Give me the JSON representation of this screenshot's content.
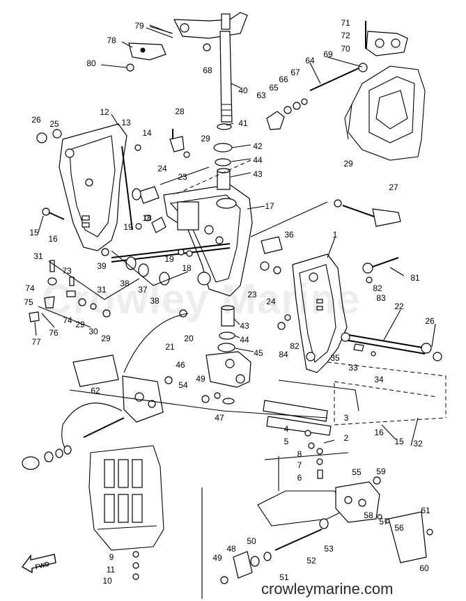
{
  "watermark": "Crowley Marine",
  "site_label": "crowleymarine.com",
  "fwd_label": "FWD",
  "callouts": [
    {
      "n": "1",
      "p": [
        481,
        337
      ]
    },
    {
      "n": "2",
      "p": [
        497,
        629
      ]
    },
    {
      "n": "3",
      "p": [
        497,
        600
      ]
    },
    {
      "n": "4",
      "p": [
        411,
        616
      ]
    },
    {
      "n": "5",
      "p": [
        411,
        634
      ]
    },
    {
      "n": "6",
      "p": [
        430,
        686
      ]
    },
    {
      "n": "7",
      "p": [
        430,
        668
      ]
    },
    {
      "n": "8",
      "p": [
        430,
        652
      ]
    },
    {
      "n": "9",
      "p": [
        160,
        800
      ]
    },
    {
      "n": "10",
      "p": [
        154,
        834
      ]
    },
    {
      "n": "11",
      "p": [
        159,
        818
      ]
    },
    {
      "n": "12",
      "p": [
        150,
        161
      ]
    },
    {
      "n": "13",
      "p": [
        181,
        176
      ]
    },
    {
      "n": "14",
      "p": [
        211,
        191
      ]
    },
    {
      "n": "15",
      "p": [
        49,
        334
      ]
    },
    {
      "n": "15",
      "p": [
        573,
        634
      ]
    },
    {
      "n": "16",
      "p": [
        76,
        343
      ]
    },
    {
      "n": "16",
      "p": [
        544,
        621
      ]
    },
    {
      "n": "17",
      "p": [
        387,
        296
      ]
    },
    {
      "n": "18",
      "p": [
        211,
        313
      ]
    },
    {
      "n": "18",
      "p": [
        268,
        385
      ]
    },
    {
      "n": "19",
      "p": [
        184,
        326
      ]
    },
    {
      "n": "19",
      "p": [
        243,
        372
      ]
    },
    {
      "n": "20",
      "p": [
        271,
        486
      ]
    },
    {
      "n": "21",
      "p": [
        244,
        498
      ]
    },
    {
      "n": "22",
      "p": [
        573,
        440
      ]
    },
    {
      "n": "23",
      "p": [
        262,
        254
      ]
    },
    {
      "n": "23",
      "p": [
        362,
        423
      ]
    },
    {
      "n": "24",
      "p": [
        233,
        242
      ]
    },
    {
      "n": "24",
      "p": [
        389,
        433
      ]
    },
    {
      "n": "25",
      "p": [
        78,
        178
      ]
    },
    {
      "n": "26",
      "p": [
        52,
        172
      ]
    },
    {
      "n": "26",
      "p": [
        617,
        461
      ]
    },
    {
      "n": "27",
      "p": [
        565,
        269
      ]
    },
    {
      "n": "28",
      "p": [
        258,
        160
      ]
    },
    {
      "n": "29",
      "p": [
        295,
        199
      ]
    },
    {
      "n": "29",
      "p": [
        500,
        235
      ]
    },
    {
      "n": "29",
      "p": [
        115,
        466
      ]
    },
    {
      "n": "29",
      "p": [
        152,
        486
      ]
    },
    {
      "n": "30",
      "p": [
        134,
        476
      ]
    },
    {
      "n": "31",
      "p": [
        55,
        368
      ]
    },
    {
      "n": "31",
      "p": [
        146,
        416
      ]
    },
    {
      "n": "32",
      "p": [
        600,
        637
      ]
    },
    {
      "n": "33",
      "p": [
        507,
        528
      ]
    },
    {
      "n": "34",
      "p": [
        544,
        545
      ]
    },
    {
      "n": "35",
      "p": [
        481,
        514
      ]
    },
    {
      "n": "36",
      "p": [
        415,
        337
      ]
    },
    {
      "n": "37",
      "p": [
        205,
        416
      ]
    },
    {
      "n": "38",
      "p": [
        179,
        407
      ]
    },
    {
      "n": "38",
      "p": [
        222,
        432
      ]
    },
    {
      "n": "39",
      "p": [
        146,
        382
      ]
    },
    {
      "n": "40",
      "p": [
        349,
        130
      ]
    },
    {
      "n": "41",
      "p": [
        349,
        177
      ]
    },
    {
      "n": "42",
      "p": [
        370,
        210
      ]
    },
    {
      "n": "43",
      "p": [
        370,
        250
      ]
    },
    {
      "n": "43",
      "p": [
        351,
        468
      ]
    },
    {
      "n": "44",
      "p": [
        370,
        230
      ]
    },
    {
      "n": "44",
      "p": [
        351,
        488
      ]
    },
    {
      "n": "45",
      "p": [
        371,
        507
      ]
    },
    {
      "n": "46",
      "p": [
        259,
        524
      ]
    },
    {
      "n": "47",
      "p": [
        315,
        600
      ]
    },
    {
      "n": "48",
      "p": [
        332,
        788
      ]
    },
    {
      "n": "49",
      "p": [
        288,
        544
      ]
    },
    {
      "n": "49",
      "p": [
        312,
        801
      ]
    },
    {
      "n": "50",
      "p": [
        361,
        777
      ]
    },
    {
      "n": "51",
      "p": [
        408,
        829
      ]
    },
    {
      "n": "52",
      "p": [
        447,
        805
      ]
    },
    {
      "n": "53",
      "p": [
        472,
        788
      ]
    },
    {
      "n": "54",
      "p": [
        263,
        553
      ]
    },
    {
      "n": "55",
      "p": [
        512,
        678
      ]
    },
    {
      "n": "56",
      "p": [
        573,
        758
      ]
    },
    {
      "n": "57",
      "p": [
        551,
        749
      ]
    },
    {
      "n": "58",
      "p": [
        529,
        740
      ]
    },
    {
      "n": "59",
      "p": [
        547,
        677
      ]
    },
    {
      "n": "60",
      "p": [
        609,
        816
      ]
    },
    {
      "n": "61",
      "p": [
        611,
        733
      ]
    },
    {
      "n": "62",
      "p": [
        137,
        561
      ]
    },
    {
      "n": "63",
      "p": [
        375,
        137
      ]
    },
    {
      "n": "64",
      "p": [
        445,
        87
      ]
    },
    {
      "n": "65",
      "p": [
        393,
        126
      ]
    },
    {
      "n": "66",
      "p": [
        407,
        114
      ]
    },
    {
      "n": "67",
      "p": [
        424,
        104
      ]
    },
    {
      "n": "68",
      "p": [
        298,
        101
      ]
    },
    {
      "n": "69",
      "p": [
        471,
        78
      ]
    },
    {
      "n": "70",
      "p": [
        496,
        70
      ]
    },
    {
      "n": "71",
      "p": [
        496,
        33
      ]
    },
    {
      "n": "72",
      "p": [
        496,
        51
      ]
    },
    {
      "n": "73",
      "p": [
        96,
        389
      ]
    },
    {
      "n": "74",
      "p": [
        43,
        414
      ]
    },
    {
      "n": "74",
      "p": [
        97,
        460
      ]
    },
    {
      "n": "75",
      "p": [
        41,
        434
      ]
    },
    {
      "n": "76",
      "p": [
        77,
        478
      ]
    },
    {
      "n": "77",
      "p": [
        52,
        491
      ]
    },
    {
      "n": "78",
      "p": [
        160,
        58
      ]
    },
    {
      "n": "79",
      "p": [
        200,
        37
      ]
    },
    {
      "n": "80",
      "p": [
        131,
        91
      ]
    },
    {
      "n": "81",
      "p": [
        596,
        399
      ]
    },
    {
      "n": "82",
      "p": [
        542,
        414
      ]
    },
    {
      "n": "82",
      "p": [
        423,
        497
      ]
    },
    {
      "n": "83",
      "p": [
        547,
        428
      ]
    },
    {
      "n": "84",
      "p": [
        407,
        509
      ]
    }
  ]
}
